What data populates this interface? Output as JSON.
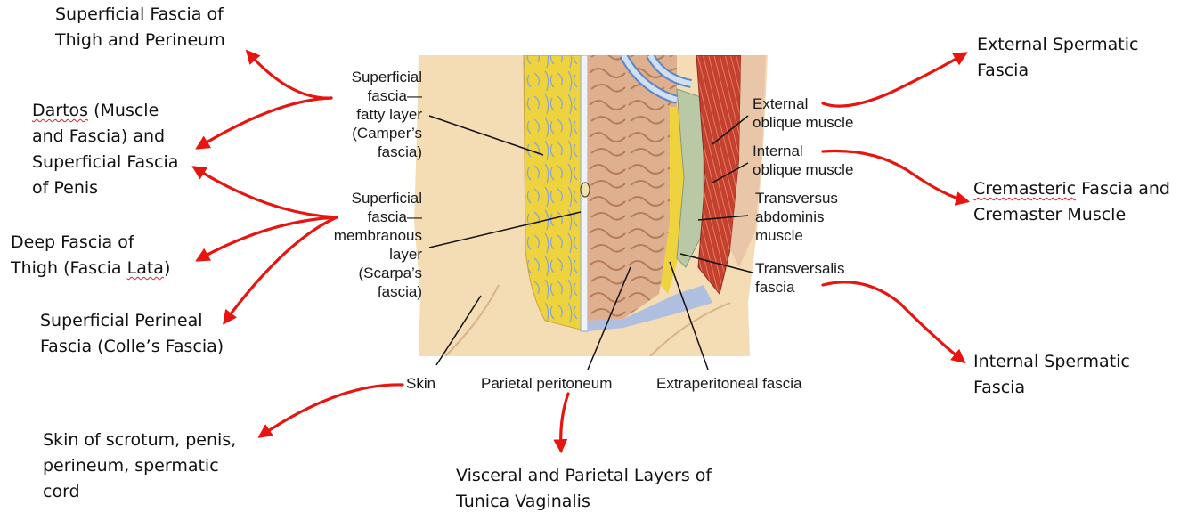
{
  "illustration_labels": {
    "camper": "Superficial\nfascia—\nfatty layer\n(Camper’s\nfascia)",
    "scarpa": "Superficial\nfascia—\nmembranous\nlayer\n(Scarpa’s\nfascia)",
    "external_oblique": "External\noblique muscle",
    "internal_oblique": "Internal\noblique muscle",
    "transversus": "Transversus\nabdominis\nmuscle",
    "transversalis": "Transversalis\nfascia",
    "skin": "Skin",
    "parietal_peritoneum": "Parietal peritoneum",
    "extraperitoneal": "Extraperitoneal fascia"
  },
  "annotations": {
    "superficial_thigh": "Superficial Fascia of\nThigh and Perineum",
    "dartos_1": "Dartos",
    "dartos_rest": " (Muscle\nand Fascia) and\nSuperficial Fascia\nof Penis",
    "deep_fascia_1": "Deep Fascia of\nThigh (Fascia ",
    "deep_fascia_2": "Lata",
    "deep_fascia_3": ")",
    "perineal": "Superficial Perineal\nFascia (Colle’s Fascia)",
    "skin_scrotum": "Skin of scrotum, penis,\nperineum, spermatic\ncord",
    "tunica": "Visceral and Parietal Layers of\nTunica Vaginalis",
    "external_spermatic": "External Spermatic\nFascia",
    "cremasteric_1": "Cremasteric",
    "cremasteric_2": " Fascia and\nCremaster Muscle",
    "internal_spermatic": "Internal Spermatic\nFascia"
  },
  "colors": {
    "arrow": "#e8140f",
    "leader": "#111111",
    "skin_bg": "#f4dcb4",
    "fat_yellow": "#eed23e",
    "peritoneum_blue": "#aebfe0",
    "muscle_red": "#c6402e",
    "intestine": "#dfb090"
  }
}
